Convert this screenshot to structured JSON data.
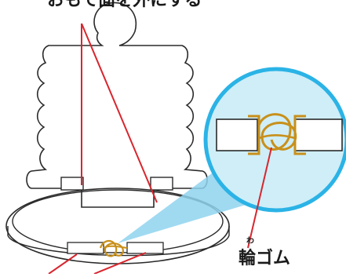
{
  "labels": {
    "top_text": "おもて面を外にする",
    "rubber_band_ruby": "わ",
    "rubber_band": "輪ゴム"
  },
  "colors": {
    "outline": "#2a2a2a",
    "leader_line": "#d8262e",
    "magnifier_fill": "#cfeef8",
    "magnifier_ring": "#2bb3e6",
    "beam": "#8fd3ef",
    "rubber_band": "#c8901a"
  }
}
